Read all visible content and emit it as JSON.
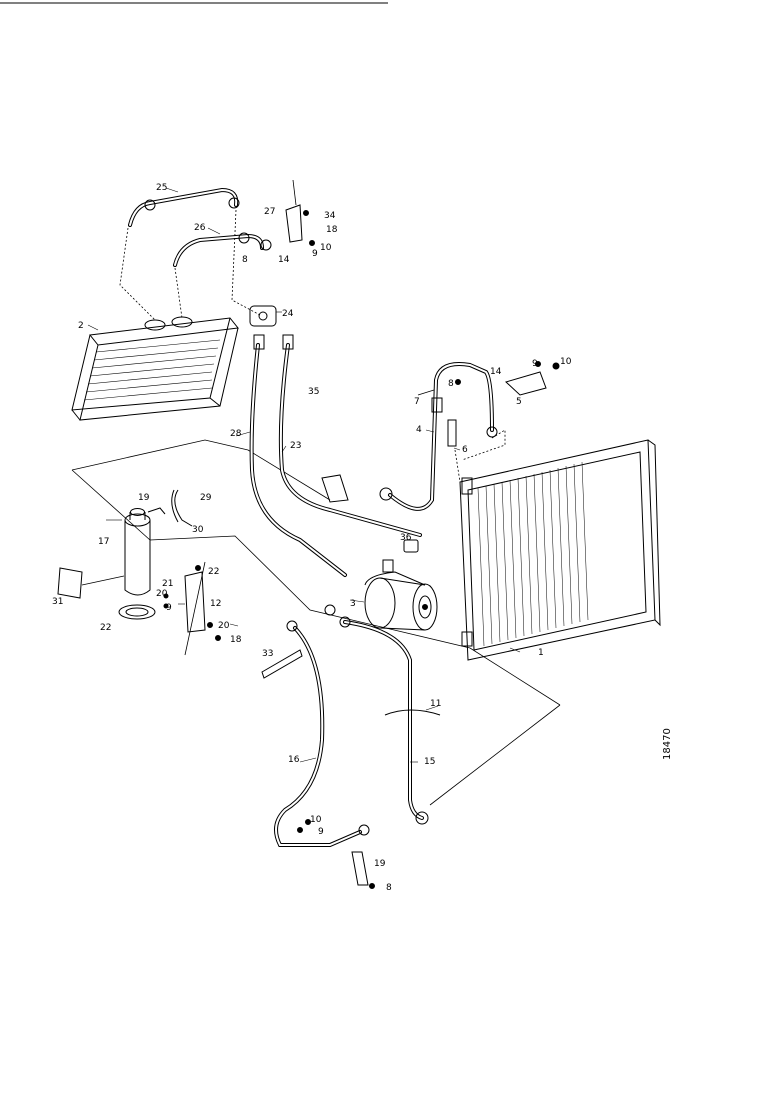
{
  "figure_number": "18470",
  "labels": {
    "p1": "1",
    "p2": "2",
    "p3": "3",
    "p4": "4",
    "p5": "5",
    "p6": "6",
    "p7": "7",
    "p8a": "8",
    "p8b": "8",
    "p8c": "8",
    "p9a": "9",
    "p9b": "9",
    "p9c": "9",
    "p9d": "9",
    "p10a": "10",
    "p10b": "10",
    "p10c": "10",
    "p11": "11",
    "p12": "12",
    "p14a": "14",
    "p14b": "14",
    "p15": "15",
    "p16": "16",
    "p17": "17",
    "p18a": "18",
    "p18b": "18",
    "p19a": "19",
    "p19b": "19",
    "p20a": "20",
    "p20b": "20",
    "p21": "21",
    "p22a": "22",
    "p22b": "22",
    "p23": "23",
    "p24": "24",
    "p25": "25",
    "p26": "26",
    "p27": "27",
    "p28": "28",
    "p29": "29",
    "p30": "30",
    "p31": "31",
    "p33": "33",
    "p34": "34",
    "p35": "35",
    "p36": "36"
  }
}
